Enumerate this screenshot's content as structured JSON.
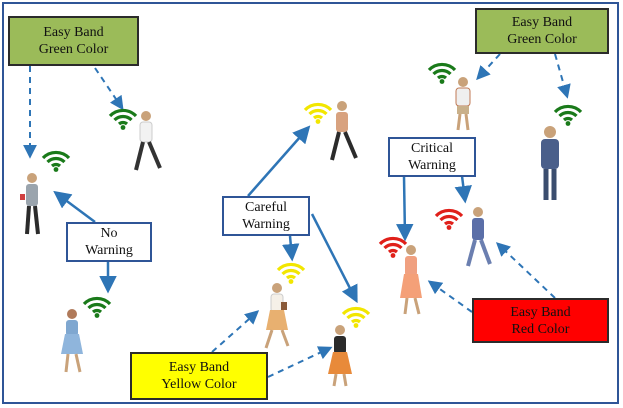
{
  "colors": {
    "arrow": "#2e75b6",
    "border": "#2f5597",
    "green_band_fill": "#9bbb59",
    "yellow_band_fill": "#ffff00",
    "red_band_fill": "#ff0000",
    "signal_green": "#1a7a1a",
    "signal_yellow": "#f2e600",
    "signal_red": "#e0201a"
  },
  "labels": {
    "easy_band_green_left": {
      "line1": "Easy Band",
      "line2": "Green Color"
    },
    "easy_band_green_right": {
      "line1": "Easy Band",
      "line2": "Green Color"
    },
    "no_warning": {
      "line1": "No",
      "line2": "Warning"
    },
    "careful_warning": {
      "line1": "Careful",
      "line2": "Warning"
    },
    "critical_warning": {
      "line1": "Critical",
      "line2": "Warning"
    },
    "easy_band_yellow": {
      "line1": "Easy Band",
      "line2": "Yellow Color"
    },
    "easy_band_red": {
      "line1": "Easy Band",
      "line2": "Red Color"
    }
  },
  "icons": [
    "wifi-signal-icon",
    "person-figure-icon"
  ]
}
